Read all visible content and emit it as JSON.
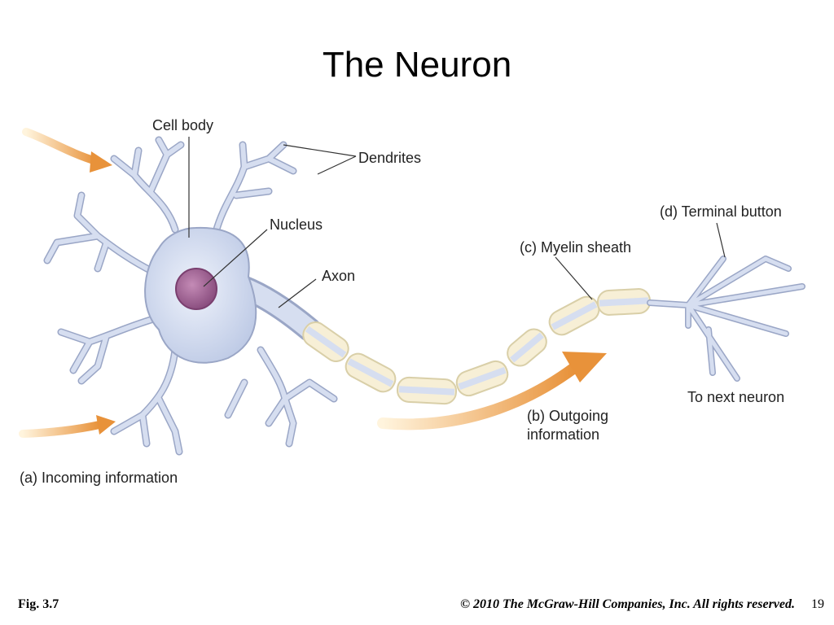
{
  "slide": {
    "title": "The Neuron",
    "figure_label": "Fig. 3.7",
    "copyright": "© 2010 The McGraw-Hill Companies, Inc. All rights reserved.",
    "page_number": "19"
  },
  "diagram": {
    "labels": {
      "cell_body": "Cell body",
      "dendrites": "Dendrites",
      "nucleus": "Nucleus",
      "axon": "Axon",
      "terminal_button": "(d) Terminal button",
      "myelin_sheath": "(c) Myelin sheath",
      "to_next_neuron": "To next neuron",
      "outgoing_line1": "(b) Outgoing",
      "outgoing_line2": "information",
      "incoming": "(a) Incoming information"
    },
    "colors": {
      "neuron_fill": "#c9d3ea",
      "neuron_stroke": "#9aa6c6",
      "nucleus_fill": "#9b5f8f",
      "myelin_fill": "#f7efd6",
      "myelin_stroke": "#d9cfa8",
      "arrow_orange": "#e8923a",
      "leader_line": "#333333"
    }
  }
}
